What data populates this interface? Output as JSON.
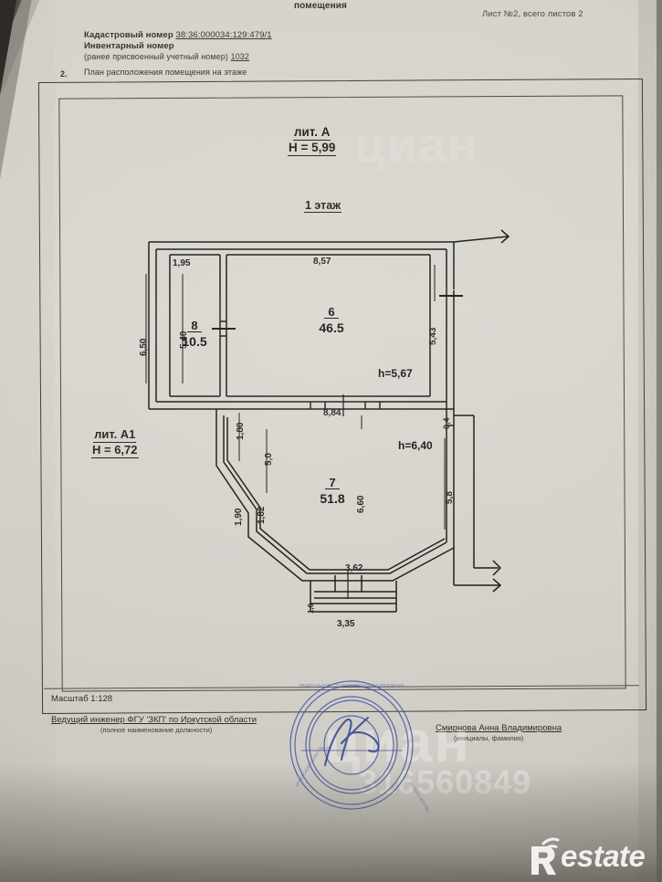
{
  "document": {
    "header": {
      "section_title": "помещения",
      "sheet_info": "Лист №2, всего листов 2",
      "cadastral_label": "Кадастровый номер",
      "cadastral_value": "38:36:000034:129:479/1",
      "inventory_label": "Инвентарный номер",
      "previous_number_label": "(ранее присвоенный учетный номер)",
      "previous_number_value": "1032",
      "item_index": "2.",
      "item_title": "План расположения помещения на этаже"
    },
    "plan": {
      "literal_a": {
        "name": "лит. А",
        "height": "H = 5,99"
      },
      "floor_label": "1 этаж",
      "literal_a1": {
        "name": "лит. А1",
        "height": "H = 6,72"
      },
      "rooms": [
        {
          "number": "8",
          "area": "10.5"
        },
        {
          "number": "6",
          "area": "46.5"
        },
        {
          "number": "7",
          "area": "51.8"
        }
      ],
      "ceiling_heights": [
        {
          "id": "room6",
          "label": "h=5,67"
        },
        {
          "id": "room7",
          "label": "h=6,40"
        }
      ],
      "dimensions": {
        "room8_width": "1,95",
        "room8_height": "5,40",
        "outer_left": "6,50",
        "room6_top": "8,57",
        "room6_bottom": "8,84",
        "room6_right": "5,43",
        "notch_right": "0,4",
        "room7_left_upper": "1,80",
        "room7_left_mid": "5,0",
        "room7_left_lower": "1,90",
        "room7_left_diag": "1,82",
        "room7_vertical": "6,60",
        "room7_right": "5,8",
        "bottom_inner": "3,62",
        "bottom_outer": "3,35",
        "bottom_small": "1,0"
      }
    },
    "footer": {
      "scale": "Масштаб 1:128",
      "position_title": "Ведущий инженер ФГУ 'ЗКП' по Иркутской области",
      "position_caption": "(полное наименование должности)",
      "signer_name": "Смирнова Анна Владимировна",
      "signer_caption": "(инициалы, фамилия)",
      "stamp_text": "М.П."
    },
    "watermarks": {
      "brand": "циан",
      "listing_id": "316560849",
      "logo_text": "estate",
      "logo_initial": "R"
    }
  }
}
